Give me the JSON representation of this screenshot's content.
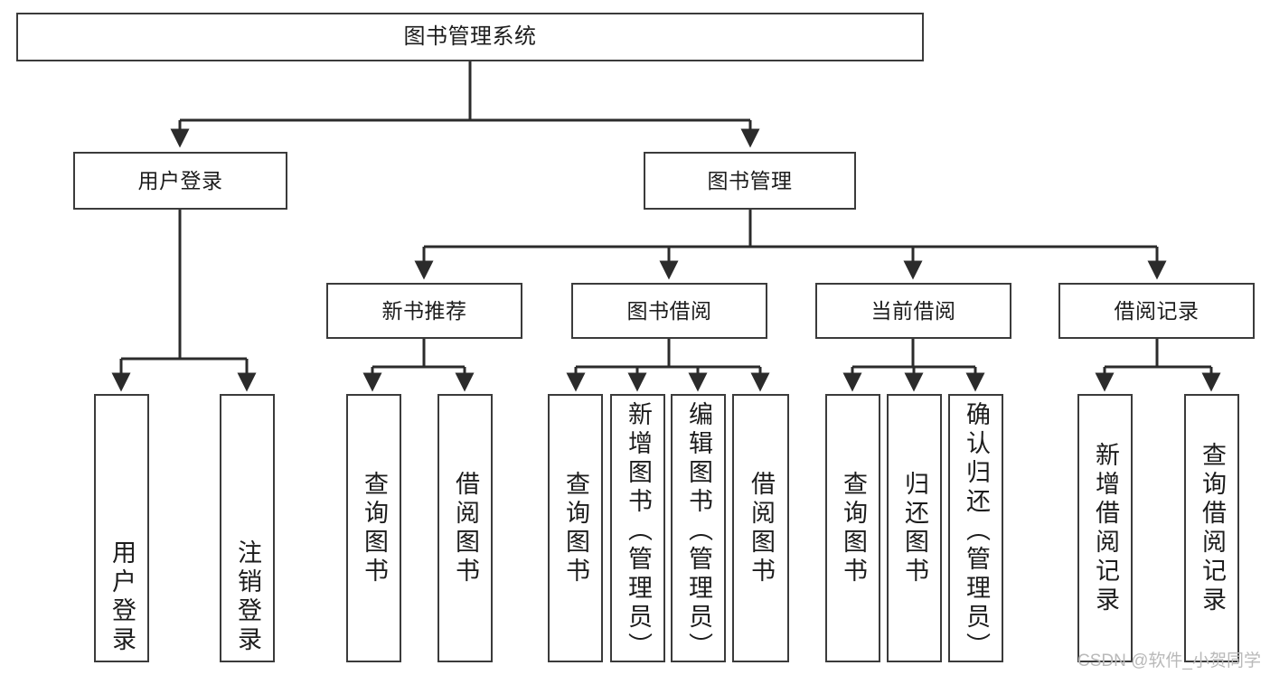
{
  "diagram": {
    "title": "图书管理系统",
    "type": "tree-hierarchy",
    "colors": {
      "box_border": "#3b3b3b",
      "box_fill": "#ffffff",
      "edge": "#2b2b2b",
      "text": "#1c1c1c",
      "watermark": "#b9b9b9",
      "background": "#ffffff"
    },
    "nodes": {
      "root": {
        "label": "图书管理系统"
      },
      "level2": [
        {
          "id": "user-login",
          "label": "用户登录"
        },
        {
          "id": "book-management",
          "label": "图书管理"
        }
      ],
      "level3": [
        {
          "id": "new-book-recommend",
          "label": "新书推荐"
        },
        {
          "id": "book-borrow",
          "label": "图书借阅"
        },
        {
          "id": "current-borrow",
          "label": "当前借阅"
        },
        {
          "id": "borrow-record",
          "label": "借阅记录"
        }
      ],
      "leaves": [
        {
          "id": "leaf-user-login",
          "label": "用户登录",
          "parent": "user-login"
        },
        {
          "id": "leaf-logout-login",
          "label": "注销登录",
          "parent": "user-login"
        },
        {
          "id": "leaf-query-book-1",
          "label": "查询图书",
          "parent": "new-book-recommend"
        },
        {
          "id": "leaf-borrow-book-1",
          "label": "借阅图书",
          "parent": "new-book-recommend"
        },
        {
          "id": "leaf-query-book-2",
          "label": "查询图书",
          "parent": "book-borrow"
        },
        {
          "id": "leaf-add-book-admin",
          "label": "新增图书（管理员）",
          "parent": "book-borrow"
        },
        {
          "id": "leaf-edit-book-admin",
          "label": "编辑图书（管理员）",
          "parent": "book-borrow"
        },
        {
          "id": "leaf-borrow-book-2",
          "label": "借阅图书",
          "parent": "book-borrow"
        },
        {
          "id": "leaf-query-book-3",
          "label": "查询图书",
          "parent": "current-borrow"
        },
        {
          "id": "leaf-return-book",
          "label": "归还图书",
          "parent": "current-borrow"
        },
        {
          "id": "leaf-confirm-return-admin",
          "label": "确认归还（管理员）",
          "parent": "current-borrow"
        },
        {
          "id": "leaf-add-borrow-record",
          "label": "新增借阅记录",
          "parent": "borrow-record"
        },
        {
          "id": "leaf-query-borrow-record",
          "label": "查询借阅记录",
          "parent": "borrow-record"
        }
      ]
    },
    "watermark": "CSDN @软件_小贺同学"
  }
}
